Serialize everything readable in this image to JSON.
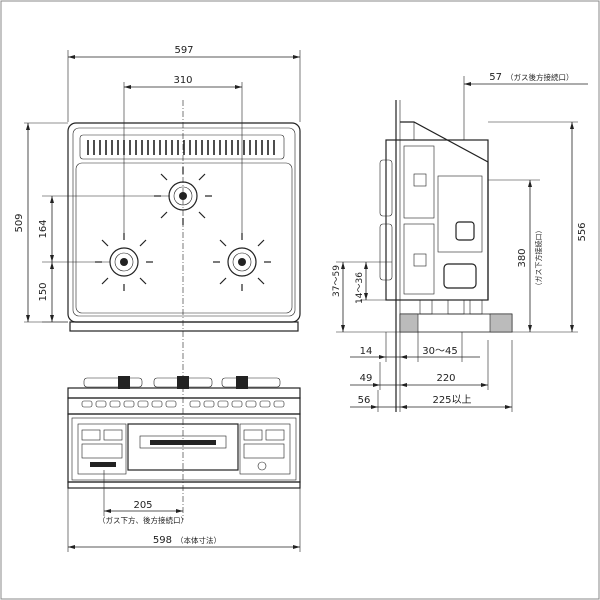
{
  "top_view": {
    "width_dim": "597",
    "burner_span": "310",
    "depth_dim": "509",
    "rear_offset": "164",
    "front_offset": "150"
  },
  "side_view": {
    "rear_gas_dim": "57",
    "rear_gas_note": "（ガス後方接続口）",
    "height_dim": "556",
    "under_gas_dim": "380",
    "under_gas_note": "（ガス下方接続口）",
    "leg_dim_a": "37〜59",
    "leg_dim_b": "14〜36",
    "dim_14": "14",
    "dim_30_45": "30〜45",
    "dim_49": "49",
    "dim_220": "220",
    "dim_56": "56",
    "dim_225": "225以上"
  },
  "front_view": {
    "gas_offset": "205",
    "gas_offset_note": "（ガス下方、後方接続口）",
    "body_width": "598",
    "body_width_note": "（本体寸法）"
  }
}
